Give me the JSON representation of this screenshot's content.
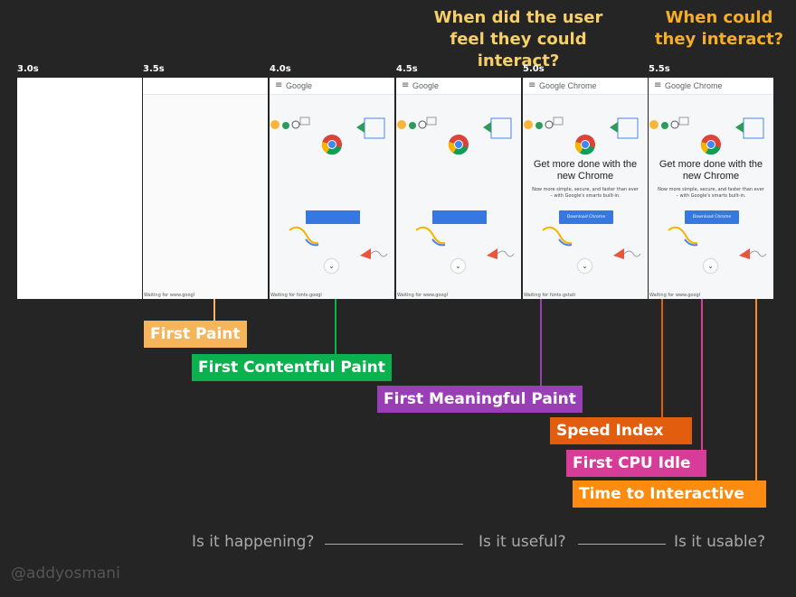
{
  "questions": {
    "user_feel": "When did the user feel they could interact?",
    "could_interact": "When could they interact?"
  },
  "frames": [
    {
      "time": "3.0s",
      "state": "blank"
    },
    {
      "time": "3.5s",
      "state": "blank-bar",
      "status": "Waiting for www.googl"
    },
    {
      "time": "4.0s",
      "state": "partial",
      "brand": "Google",
      "status": "Waiting for fonts.googl"
    },
    {
      "time": "4.5s",
      "state": "partial",
      "brand": "Google",
      "status": "Waiting for www.googl"
    },
    {
      "time": "5.0s",
      "state": "full",
      "brand": "Google Chrome",
      "status": "Waiting for fonts.gstati",
      "headline": "Get more done with the new Chrome",
      "sub": "Now more simple, secure, and faster than ever – with Google's smarts built-in.",
      "button": "Download Chrome"
    },
    {
      "time": "5.5s",
      "state": "full",
      "brand": "Google Chrome",
      "status": "Waiting for www.googl",
      "headline": "Get more done with the new Chrome",
      "sub": "Now more simple, secure, and faster than ever – with Google's smarts built-in.",
      "button": "Download Chrome"
    }
  ],
  "metrics": [
    {
      "label": "First Paint",
      "color": "#f6b55b"
    },
    {
      "label": "First Contentful Paint",
      "color": "#0bb14f"
    },
    {
      "label": "First Meaningful Paint",
      "color": "#9a3eb6"
    },
    {
      "label": "Speed Index",
      "color": "#e25d0e"
    },
    {
      "label": "First CPU Idle",
      "color": "#d63d98"
    },
    {
      "label": "Time to Interactive",
      "color": "#fd8b0f"
    }
  ],
  "bottom": {
    "happening": "Is it happening?",
    "useful": "Is it useful?",
    "usable": "Is it usable?"
  },
  "handle": "@addyosmani",
  "colors": {
    "background": "#252525",
    "question_light": "#f6cf68",
    "question_dark": "#f4ae28"
  }
}
